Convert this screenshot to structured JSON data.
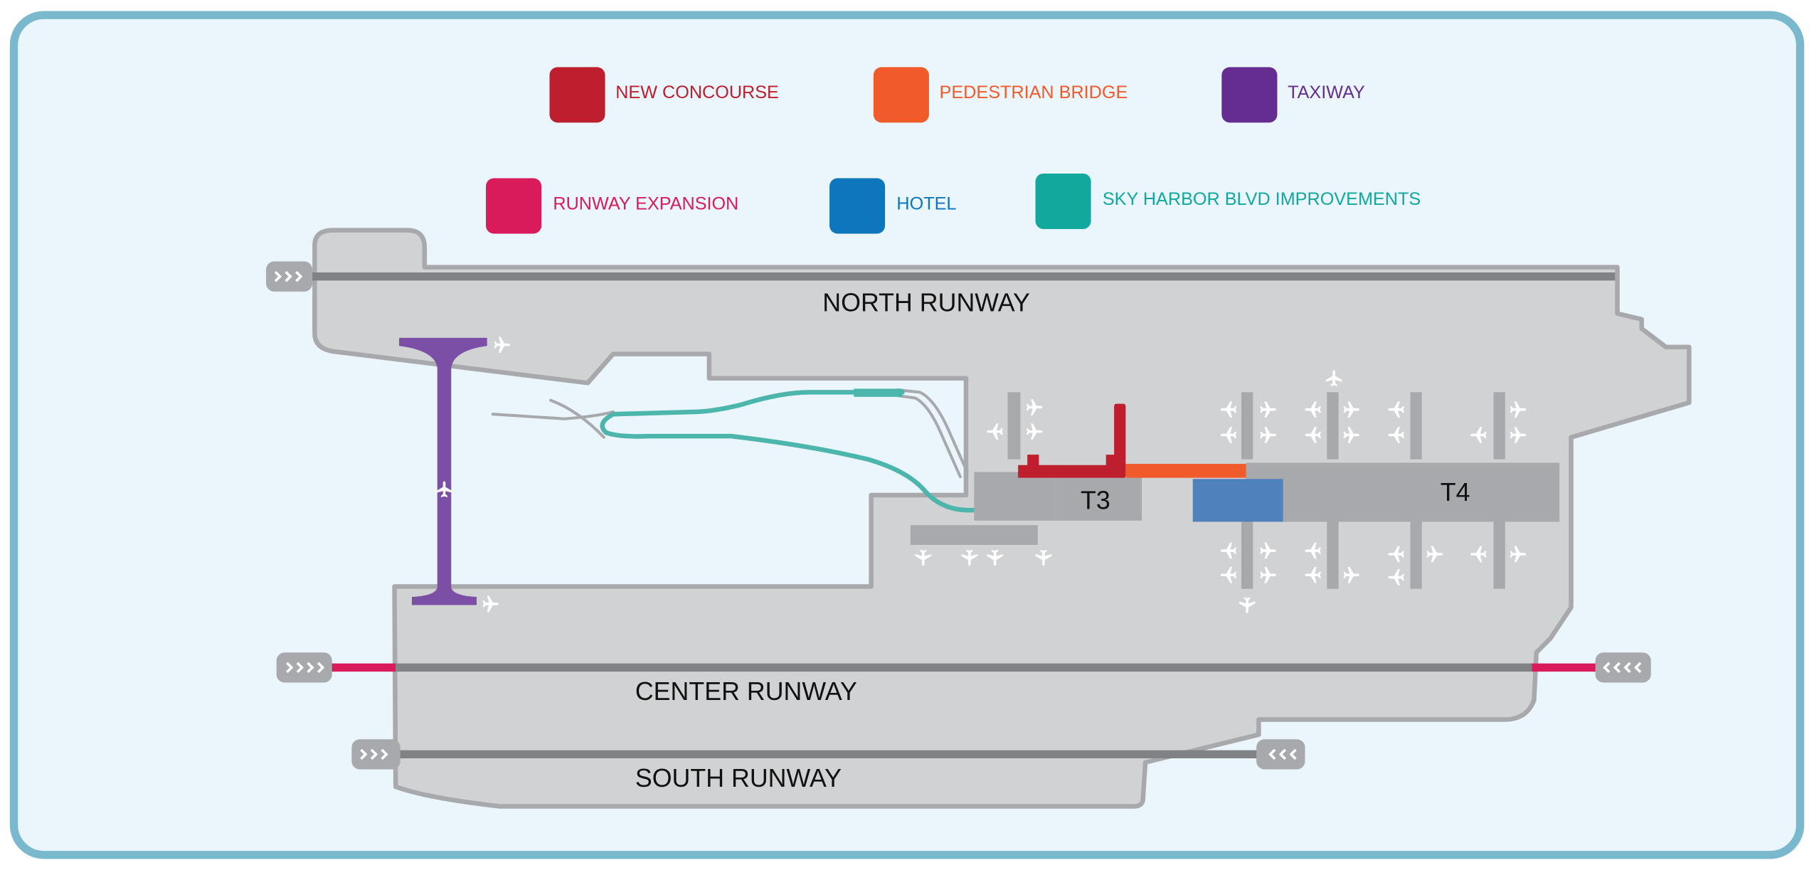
{
  "legend": [
    {
      "key": "new_concourse",
      "label": "NEW CONCOURSE",
      "color": "#BE1E2D"
    },
    {
      "key": "pedestrian_bridge",
      "label": "PEDESTRIAN BRIDGE",
      "color": "#F15A29"
    },
    {
      "key": "taxiway",
      "label": "TAXIWAY",
      "color": "#662D91"
    },
    {
      "key": "runway_expansion",
      "label": "RUNWAY EXPANSION",
      "color": "#D91A5B"
    },
    {
      "key": "hotel",
      "label": "HOTEL",
      "color": "#0E76BC"
    },
    {
      "key": "sky_harbor_blvd",
      "label": "SKY HARBOR BLVD IMPROVEMENTS",
      "color": "#12A89D"
    }
  ],
  "runways": {
    "north": "NORTH RUNWAY",
    "center": "CENTER RUNWAY",
    "south": "SOUTH RUNWAY"
  },
  "terminals": {
    "t3": "T3",
    "t4": "T4"
  },
  "colors": {
    "frame_border": "#7AB8CE",
    "background": "#EAF5FC",
    "airfield_fill": "#D1D2D4",
    "airfield_outline": "#A7A9AC",
    "runway_stripe": "#808285",
    "building": "#A7A9AC",
    "hotel_block": "#4F81BD",
    "taxiway_purple": "#7B4FA6",
    "boulevard_teal": "#4DB6AC",
    "road_grey": "#A7A9AC",
    "plane_icon": "#FFFFFF"
  },
  "icons": {
    "aircraft": "airplane-icon",
    "runway_threshold": "chevron-arrows-icon"
  }
}
